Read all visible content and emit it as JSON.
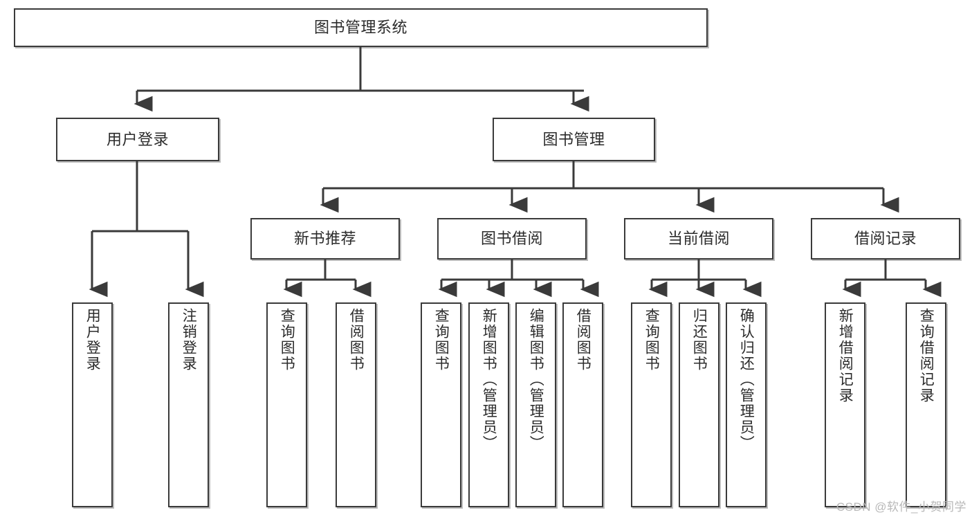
{
  "diagram": {
    "title": "图书管理系统",
    "type": "tree-hierarchy-diagram",
    "watermark": "CSDN @软件_小贺同学",
    "colors": {
      "box_border": "#3a3a3a",
      "box_fill": "#ffffff",
      "connector": "#3a3a3a",
      "text": "#2b2b2b",
      "watermark": "#b8b8b8"
    },
    "nodes": {
      "root": {
        "label": "图书管理系统"
      },
      "level2": [
        {
          "label": "用户登录"
        },
        {
          "label": "图书管理"
        }
      ],
      "level3": [
        {
          "label": "新书推荐"
        },
        {
          "label": "图书借阅"
        },
        {
          "label": "当前借阅"
        },
        {
          "label": "借阅记录"
        }
      ],
      "leaves": {
        "user_login": [
          {
            "label": "用户登录"
          },
          {
            "label": "注销登录"
          }
        ],
        "new_book_recommend": [
          {
            "label": "查询图书"
          },
          {
            "label": "借阅图书"
          }
        ],
        "book_borrow": [
          {
            "label": "查询图书"
          },
          {
            "label": "新增图书（管理员）"
          },
          {
            "label": "编辑图书（管理员）"
          },
          {
            "label": "借阅图书"
          }
        ],
        "current_borrow": [
          {
            "label": "查询图书"
          },
          {
            "label": "归还图书"
          },
          {
            "label": "确认归还（管理员）"
          }
        ],
        "borrow_record": [
          {
            "label": "新增借阅记录"
          },
          {
            "label": "查询借阅记录"
          }
        ]
      }
    }
  }
}
